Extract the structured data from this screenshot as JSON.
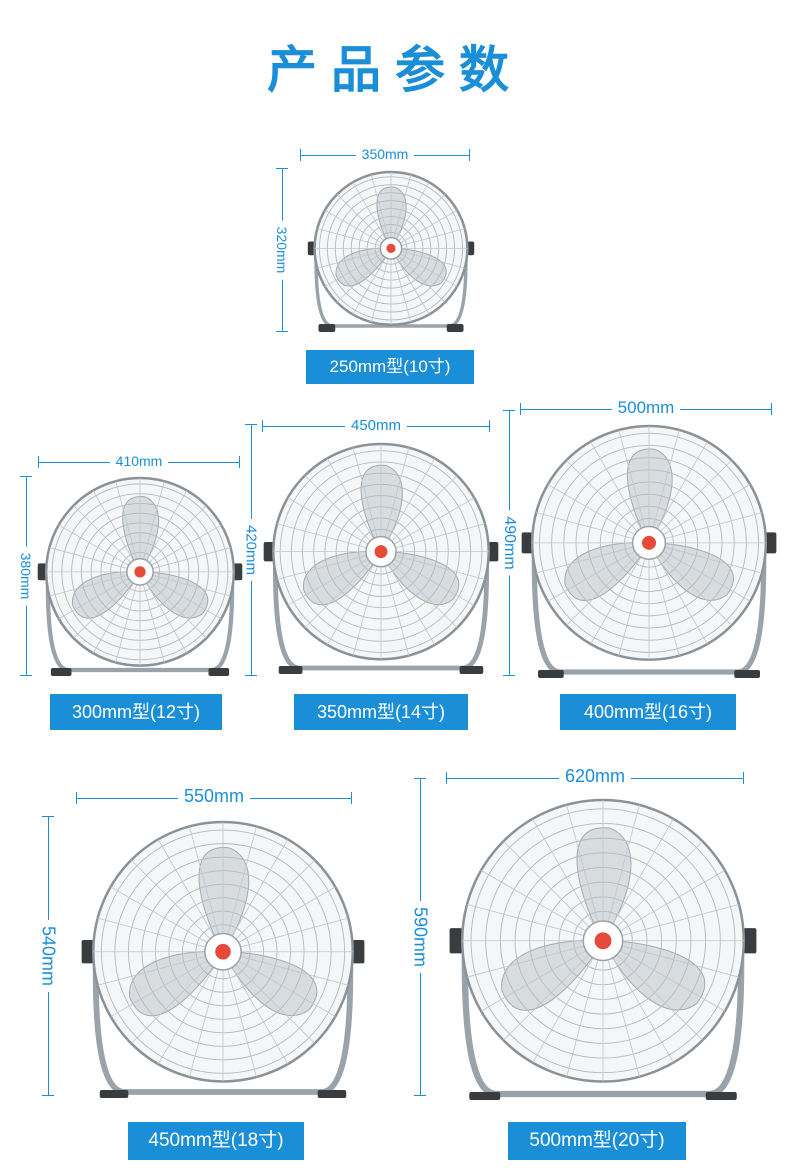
{
  "title": "产品参数",
  "colors": {
    "accent": "#1a8fd8",
    "chrome": "#9aa3aa",
    "base": "#3a3d40"
  },
  "fans": [
    {
      "width": "350mm",
      "height": "320mm",
      "label": "250mm型(10寸)"
    },
    {
      "width": "410mm",
      "height": "380mm",
      "label": "300mm型(12寸)"
    },
    {
      "width": "450mm",
      "height": "420mm",
      "label": "350mm型(14寸)"
    },
    {
      "width": "500mm",
      "height": "490mm",
      "label": "400mm型(16寸)"
    },
    {
      "width": "550mm",
      "height": "540mm",
      "label": "450mm型(18寸)"
    },
    {
      "width": "620mm",
      "height": "590mm",
      "label": "500mm型(20寸)"
    }
  ]
}
